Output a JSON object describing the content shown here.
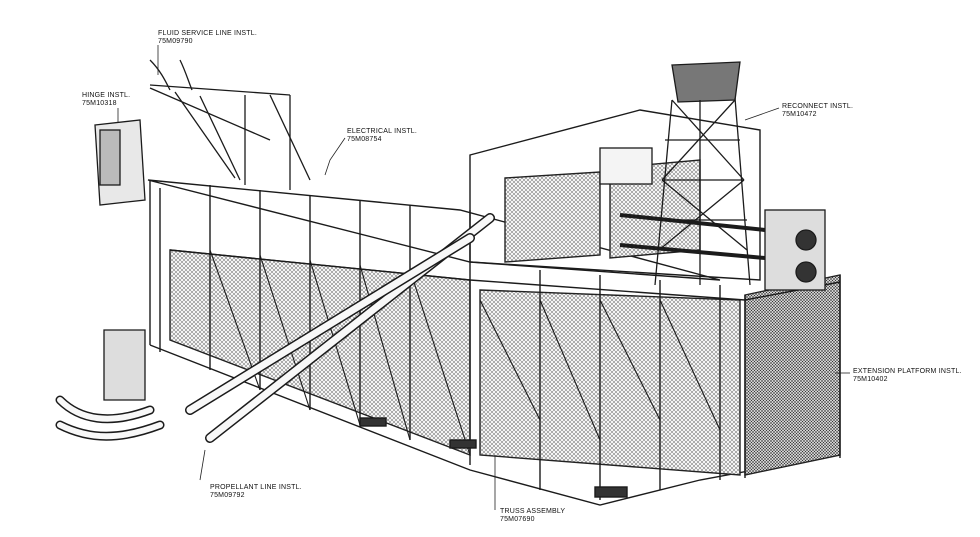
{
  "callouts": [
    {
      "id": "fluid-service",
      "title": "FLUID SERVICE LINE INSTL.",
      "code": "75M09790"
    },
    {
      "id": "hinge",
      "title": "HINGE INSTL.",
      "code": "75M10318"
    },
    {
      "id": "electrical",
      "title": "ELECTRICAL INSTL.",
      "code": "75M08754"
    },
    {
      "id": "reconnect",
      "title": "RECONNECT INSTL.",
      "code": "75M10472"
    },
    {
      "id": "extension",
      "title": "EXTENSION PLATFORM INSTL.",
      "code": "75M10402"
    },
    {
      "id": "propellant",
      "title": "PROPELLANT LINE INSTL.",
      "code": "75M09792"
    },
    {
      "id": "truss",
      "title": "TRUSS ASSEMBLY",
      "code": "75M07690"
    }
  ]
}
